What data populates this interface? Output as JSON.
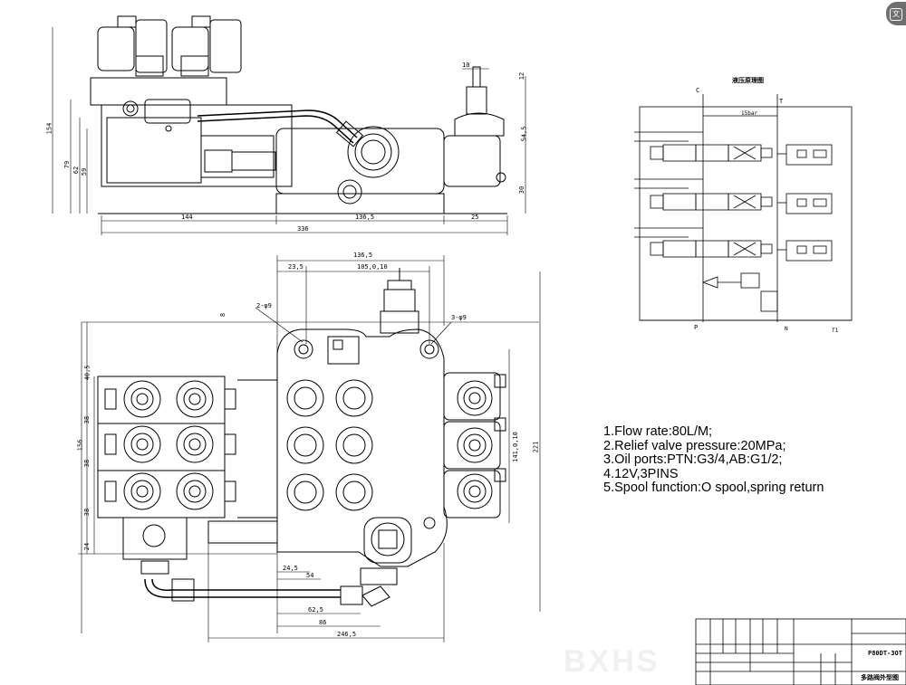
{
  "specs": [
    "1.Flow rate:80L/M;",
    "2.Relief valve pressure:20MPa;",
    "3.Oil ports:PTN:G3/4,AB:G1/2;",
    "4.12V,3PINS",
    "5.Spool function:O spool,spring return"
  ],
  "side_view_dims": {
    "d144": "144",
    "d1365": "136,5",
    "d25": "25",
    "d336": "336",
    "d154": "154",
    "d79": "79",
    "d62": "62",
    "d59": "59",
    "d546": "54,5",
    "d30": "30",
    "d10": "10",
    "d12": "12"
  },
  "top_view_dims": {
    "d1365": "136,5",
    "d235": "23,5",
    "d105": "105,0,10",
    "d2phi9": "2-φ9",
    "d3phi9": "3-φ9",
    "d8": "8",
    "d405": "40,5",
    "d38a": "38",
    "d38b": "38",
    "d38c": "38",
    "d24": "24",
    "d156": "156",
    "d141": "141,0,10",
    "d221": "221",
    "d245": "24,5",
    "d54": "54",
    "d625": "62,5",
    "d86": "86",
    "d2465": "246,5"
  },
  "schematic": {
    "title": "液压原理图",
    "label_c": "C",
    "label_t": "T",
    "label_p": "P",
    "label_n": "N",
    "label_t1": "T1",
    "bar": "15bar"
  },
  "title_block": {
    "model": "P80DT-3OT",
    "drawing_name": "多路阀外型图"
  },
  "watermark": "BXHS",
  "colors": {
    "line": "#000000",
    "background": "#ffffff",
    "badge": "#6f6f6f"
  }
}
